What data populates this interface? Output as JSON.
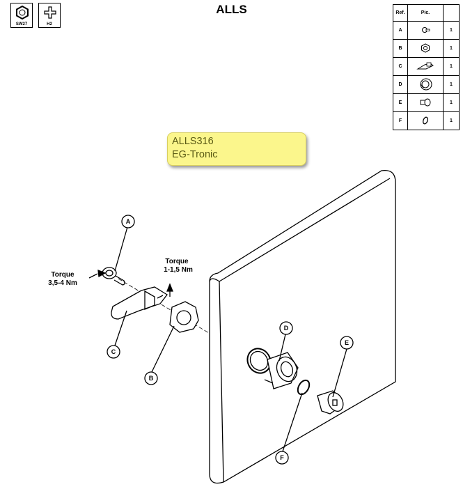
{
  "title": "ALLS",
  "tools": [
    {
      "label": "SW27",
      "icon": "hex-socket-icon"
    },
    {
      "label": "H2",
      "icon": "phillips-screwdriver-icon"
    }
  ],
  "bom": {
    "headers": {
      "ref": "Ref.",
      "pic": "Pic."
    },
    "rows": [
      {
        "ref": "A",
        "qty": "1",
        "icon": "screw-icon"
      },
      {
        "ref": "B",
        "qty": "1",
        "icon": "nut-icon"
      },
      {
        "ref": "C",
        "qty": "1",
        "icon": "cam-lever-icon"
      },
      {
        "ref": "D",
        "qty": "1",
        "icon": "bushing-icon"
      },
      {
        "ref": "E",
        "qty": "1",
        "icon": "lock-cylinder-icon"
      },
      {
        "ref": "F",
        "qty": "1",
        "icon": "o-ring-icon"
      }
    ]
  },
  "callout": {
    "line1": "ALLS316",
    "line2": "EG-Tronic"
  },
  "annotations": {
    "torque_a": {
      "line1": "Torque",
      "line2": "3,5-4 Nm"
    },
    "torque_b": {
      "line1": "Torque",
      "line2": "1-1,5 Nm"
    }
  },
  "part_labels": {
    "a": "A",
    "b": "B",
    "c": "C",
    "d": "D",
    "e": "E",
    "f": "F"
  },
  "colors": {
    "callout_bg": "#fbf68c",
    "callout_text": "#5a5a14",
    "line": "#000000"
  }
}
